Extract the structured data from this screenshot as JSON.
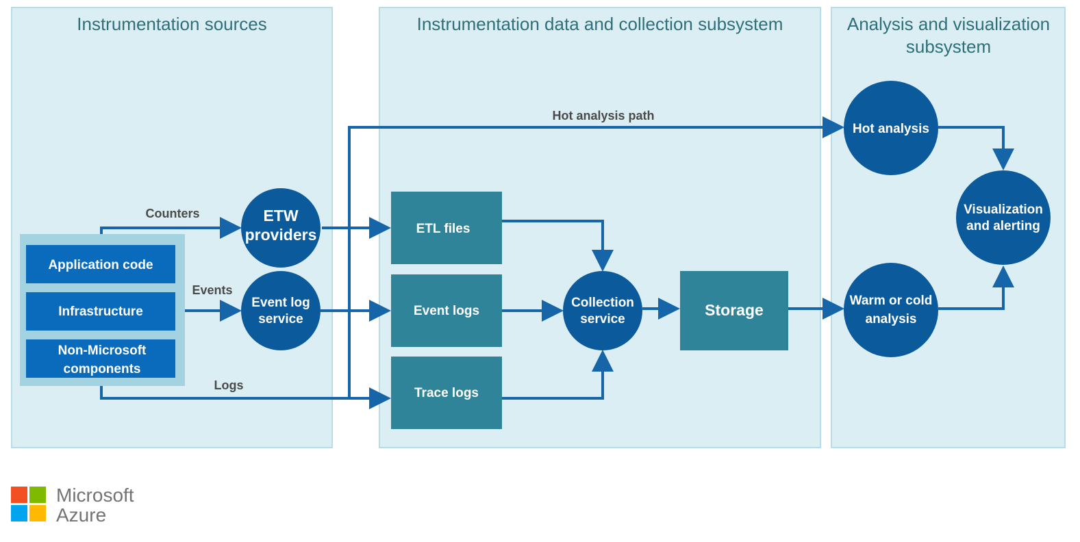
{
  "panels": {
    "sources_title": "Instrumentation sources",
    "collection_title": "Instrumentation data and collection subsystem",
    "analysis_title_line1": "Analysis and visualization",
    "analysis_title_line2": "subsystem"
  },
  "sources": {
    "application_code": "Application code",
    "infrastructure": "Infrastructure",
    "non_microsoft_line1": "Non-Microsoft",
    "non_microsoft_line2": "components"
  },
  "edges": {
    "counters": "Counters",
    "events": "Events",
    "logs": "Logs",
    "hot_path": "Hot analysis path"
  },
  "nodes": {
    "etw_line1": "ETW",
    "etw_line2": "providers",
    "event_log_service_line1": "Event log",
    "event_log_service_line2": "service",
    "etl_files": "ETL files",
    "event_logs": "Event logs",
    "trace_logs": "Trace logs",
    "collection_service_line1": "Collection",
    "collection_service_line2": "service",
    "storage": "Storage",
    "hot_analysis": "Hot analysis",
    "warm_cold_line1": "Warm or cold",
    "warm_cold_line2": "analysis",
    "visualization_line1": "Visualization",
    "visualization_line2": "and alerting"
  },
  "logo": {
    "line1": "Microsoft",
    "line2": "Azure"
  },
  "colors": {
    "panel_fill": "#dbeef4",
    "panel_border": "#b9dde6",
    "circle": "#0b5a9c",
    "teal_box": "#2f8499",
    "blue_box": "#0a6bbd",
    "arrow": "#1565a8"
  }
}
